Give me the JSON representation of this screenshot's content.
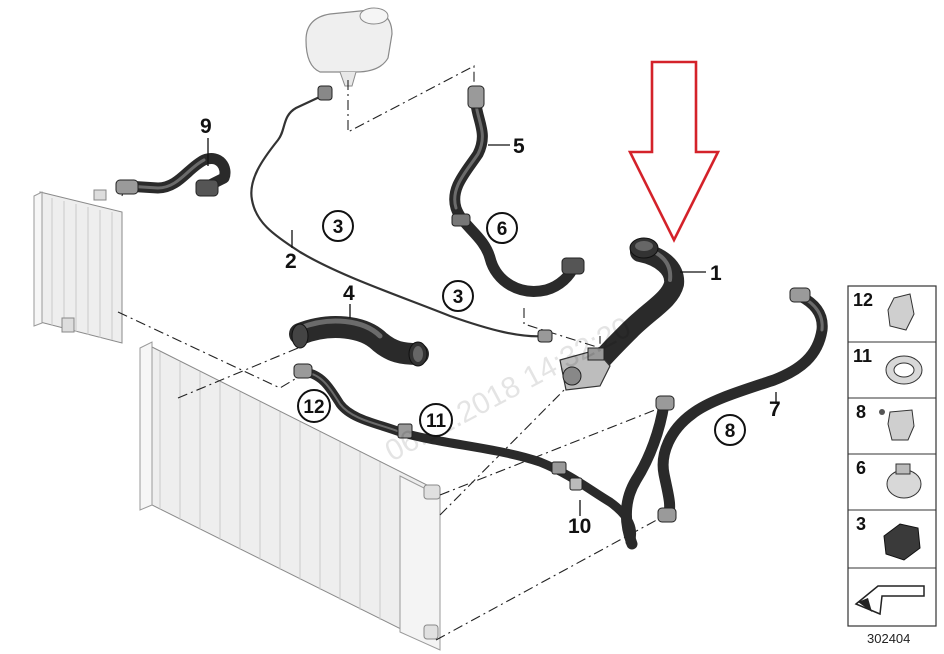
{
  "labels": {
    "l1": "1",
    "l2": "2",
    "l4": "4",
    "l5": "5",
    "l7": "7",
    "l9": "9",
    "l10": "10"
  },
  "circled": {
    "c3a": "3",
    "c3b": "3",
    "c6": "6",
    "c8": "8",
    "c11": "11",
    "c12": "12"
  },
  "legend": {
    "items": [
      "12",
      "11",
      "8",
      "6",
      "3"
    ]
  },
  "footer": {
    "diagram_number": "302404"
  },
  "watermark": "06.11.2018 14:32:20",
  "colors": {
    "arrow": "#d4222a",
    "hose": "#2a2a2a",
    "radiator": "#eeeeee"
  }
}
